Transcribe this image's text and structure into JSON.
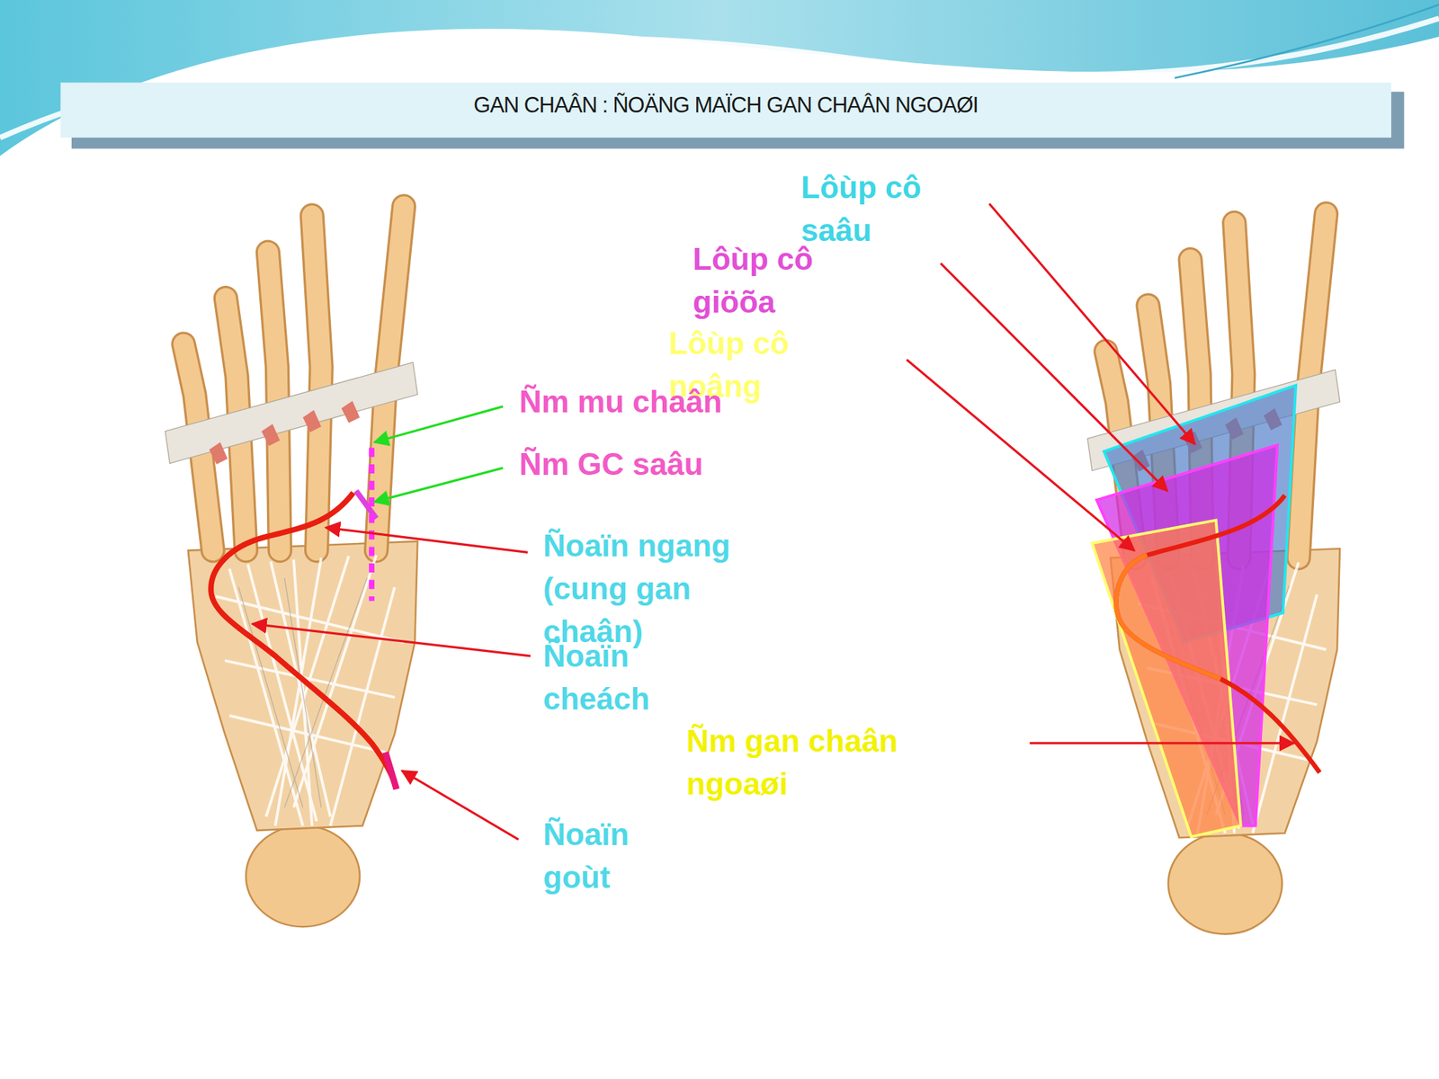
{
  "diagram": {
    "title": "GAN CHAÂN : ÑOÄNG MAÏCH GAN CHAÂN NGOAØI",
    "labels": [
      "Lôùp cô saâu",
      "Lôùp cô giöõa",
      "Lôùp cô noâng",
      "Ñm mu chaân",
      "Ñm GC saâu",
      "Ñoaïn ngang (cung gan chaân)",
      "Ñoaïn cheách",
      "Ñm gan chaân ngoaøi",
      "Ñoaïn goùt"
    ]
  }
}
